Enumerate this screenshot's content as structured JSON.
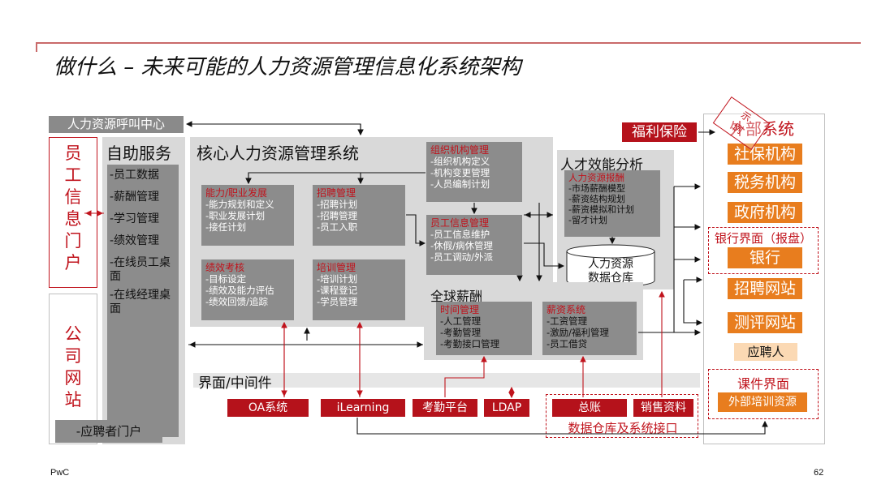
{
  "header": {
    "title": "做什么 – 未来可能的人力资源管理信息化系统架构"
  },
  "call_center": "人力资源呼叫中心",
  "employee_portal": "员工信息门户",
  "company_site": "公司网站",
  "self_service": {
    "title": "自助服务",
    "items": [
      "-员工数据",
      "-薪酬管理",
      "-学习管理",
      "-绩效管理",
      "-在线员工桌面",
      "-在线经理桌面"
    ]
  },
  "applicant_portal": "-应聘者门户",
  "core": {
    "title": "核心人力资源管理系统",
    "modules": [
      {
        "title": "能力/职业发展",
        "items": [
          "-能力规划和定义",
          "-职业发展计划",
          "-接任计划"
        ]
      },
      {
        "title": "招聘管理",
        "items": [
          "-招聘计划",
          "-招聘管理",
          "-员工入职"
        ]
      },
      {
        "title": "绩效考核",
        "items": [
          "-目标设定",
          "-绩效及能力评估",
          "-绩效回馈/追踪"
        ]
      },
      {
        "title": "培训管理",
        "items": [
          "-培训计划",
          "-课程登记",
          "-学员管理"
        ]
      },
      {
        "title": "组织机构管理",
        "items": [
          "-组织机构定义",
          "-机构变更管理",
          "-人员编制计划"
        ]
      },
      {
        "title": "员工信息管理",
        "items": [
          "-员工信息维护",
          "-休假/病休管理",
          "-员工调动/外派"
        ]
      }
    ]
  },
  "talent": {
    "title": "人才效能分析",
    "box_title": "人力资源报酬",
    "items": [
      "-市场薪酬模型",
      "-薪资结构规划",
      "-薪资模拟和计划",
      "-留才计划"
    ],
    "warehouse": "人力资源数据仓库"
  },
  "payroll": {
    "title": "全球薪酬",
    "modules": [
      {
        "title": "时间管理",
        "items": [
          "-人工管理",
          "-考勤管理",
          "-考勤接口管理"
        ]
      },
      {
        "title": "薪资系统",
        "items": [
          "-工资管理",
          "-激励/福利管理",
          "-员工借贷"
        ]
      }
    ]
  },
  "middleware": "界面/中间件",
  "bottom_buttons": [
    "OA系统",
    "iLearning",
    "考勤平台",
    "LDAP",
    "总账",
    "销售资料"
  ],
  "dw_interface": "数据仓库及系统接口",
  "welfare": "福利保险",
  "external": {
    "title": "外部系统",
    "items": [
      "社保机构",
      "税务机构",
      "政府机构"
    ],
    "bank_label": "银行界面（报盘）",
    "bank": "银行",
    "recruit_site": "招聘网站",
    "assess_site": "测评网站",
    "applicant": "应聘人",
    "course_label": "课件界面",
    "course": "外部培训资源"
  },
  "stamp": {
    "line1": "示",
    "line2": "例"
  },
  "footer": {
    "left": "PwC",
    "page": "62"
  },
  "colors": {
    "red": "#c0131c",
    "orange": "#e87d1e",
    "grey": "#8c8c8c"
  }
}
